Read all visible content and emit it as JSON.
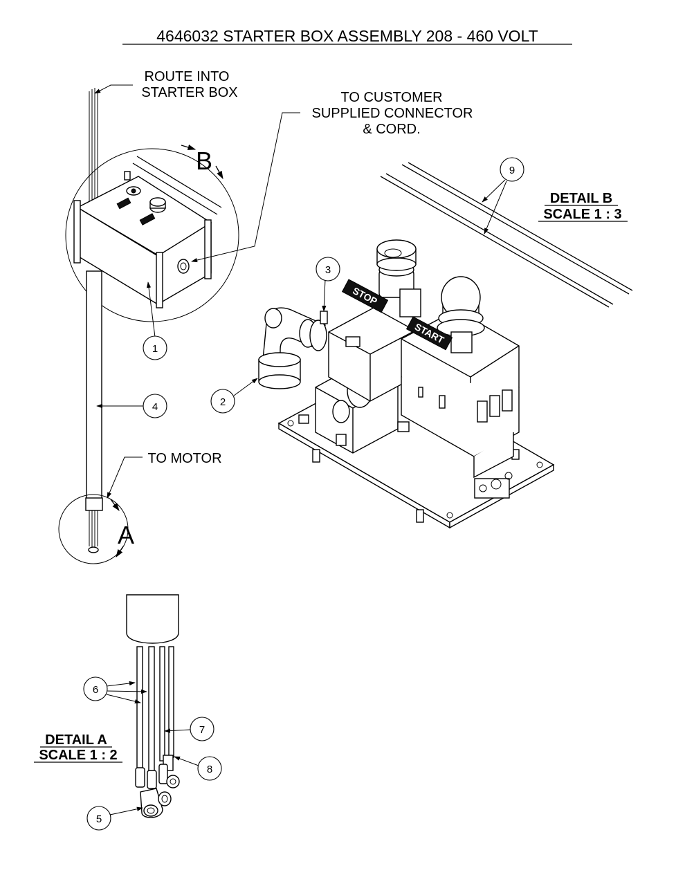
{
  "title": "4646032  STARTER BOX ASSEMBLY   208 - 460 VOLT",
  "callouts": {
    "route_into": "ROUTE INTO",
    "starter_box": "STARTER BOX",
    "to_customer": "TO CUSTOMER",
    "supplied_connector": "SUPPLIED CONNECTOR",
    "and_cord": "& CORD.",
    "to_motor": "TO MOTOR"
  },
  "detail_views": {
    "a_letter": "A",
    "b_letter": "B",
    "detail_a_title": "DETAIL A",
    "detail_a_scale": "SCALE 1 : 2",
    "detail_b_title": "DETAIL B",
    "detail_b_scale": "SCALE 1 : 3"
  },
  "panel_labels": {
    "stop": "STOP",
    "start": "START"
  },
  "item_numbers": [
    "1",
    "2",
    "3",
    "4",
    "5",
    "6",
    "7",
    "8",
    "9"
  ]
}
